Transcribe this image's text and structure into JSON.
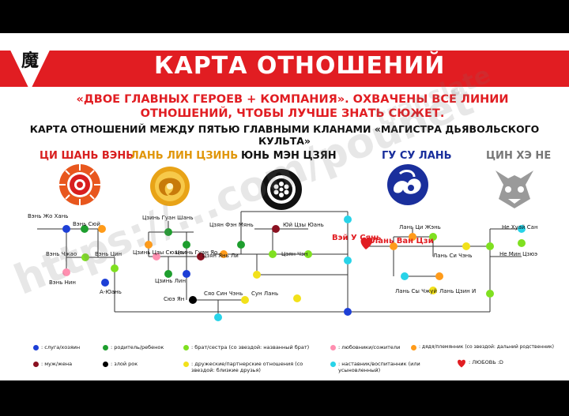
{
  "header": {
    "title": "КАРТА ОТНОШЕНИЙ",
    "subtitle": "«ДВОЕ ГЛАВНЫХ ГЕРОЕВ + КОМПАНИЯ». ОХВАЧЕНЫ ВСЕ ЛИНИИ ОТНОШЕНИЙ, ЧТОБЫ ЛУЧШЕ ЗНАТЬ СЮЖЕТ.",
    "subtitle_line2": "КАРТА ОТНОШЕНИЙ МЕЖДУ ПЯТЬЮ ГЛАВНЫМИ КЛАНАМИ «МАГИСТРА ДЬЯВОЛЬСКОГО КУЛЬТА»",
    "logo_glyph": "魔"
  },
  "watermarks": {
    "main": "https://...com/pounet",
    "corner": "translate"
  },
  "colors": {
    "banner": "#e11d22",
    "servant": "#1d3fd6",
    "parent": "#1e9e2e",
    "sibling": "#7fe020",
    "lover": "#ff8fb0",
    "uncle": "#ff9b1a",
    "spouse": "#8a1020",
    "enemy": "#000000",
    "friend": "#f2e11a",
    "mentor": "#28d3e8",
    "love": "#e11d22"
  },
  "clans": [
    {
      "name": "ЦИ ШАНЬ ВЭНЬ",
      "color": "#d81e1e",
      "emblem": "sun-emblem-icon"
    },
    {
      "name": "ЛАНЬ ЛИН ЦЗИНЬ",
      "color": "#e0960a",
      "emblem": "peony-emblem-icon"
    },
    {
      "name": "ЮНЬ МЭН ЦЗЯН",
      "color": "#111111",
      "emblem": "lotus-emblem-icon"
    },
    {
      "name": "ГУ СУ ЛАНЬ",
      "color": "#1a2f9c",
      "emblem": "cloud-emblem-icon"
    },
    {
      "name": "ЦИН ХЭ НЕ",
      "color": "#777777",
      "emblem": "beast-emblem-icon"
    }
  ],
  "people": {
    "wen_ruohan": "Вэнь Жо Хань",
    "wen_xu": "Вэнь Сюй",
    "wen_chao": "Вэнь Чжао",
    "wen_qing": "Вэнь Цин",
    "wen_ning": "Вэнь Нин",
    "a_yuan": "А-Юань",
    "jin_guangshan": "Цзинь Гуан Шань",
    "jin_zixuan": "Цзинь Цзы Сюань",
    "jin_guangyao": "Цзинь Гуан Яо",
    "jin_ling": "Цзинь Лин",
    "jiang_fengmian": "Цзян Фэн Мянь",
    "yu_ziyuan": "Юй Цзы Юань",
    "jiang_cheng": "Цзян Чэн",
    "jiang_yanli": "Цзян Янь Ли",
    "wei_wuxian": "Вэй У Сянь",
    "lan_wangji": "Лань Ван Цзи",
    "lan_xichen": "Лань Си Чэнь",
    "lan_qiren": "Лань Ци Жэнь",
    "lan_sizhui": "Лань Сы Чжуй",
    "lan_jingyi": "Лань Цзин И",
    "nie_mingjue": "Не Мин Цзюэ",
    "nie_huaisang": "Не Хуай Сан",
    "xiao_xingchen": "Сяо Син Чэнь",
    "song_lan": "Сун Лань",
    "xue_yang": "Сюэ Ян"
  },
  "legend": [
    {
      "color": "#1d3fd6",
      "text": ": слуга/хозяин"
    },
    {
      "color": "#1e9e2e",
      "text": ": родитель/ребенок"
    },
    {
      "color": "#7fe020",
      "text": ": брат/сестра (со звездой: названный брат)"
    },
    {
      "color": "#ff8fb0",
      "text": ": любовники/сожители"
    },
    {
      "color": "#ff9b1a",
      "text": ": дядя/племянник (со звездой: дальний родственник)"
    },
    {
      "color": "#8a1020",
      "text": ": муж/жена"
    },
    {
      "color": "#000000",
      "text": ": злой рок"
    },
    {
      "color": "#f2e11a",
      "text": ": дружеские/партнерские отношения (со звездой: близкие друзья)"
    },
    {
      "color": "#28d3e8",
      "text": ": наставник/воспитанник (или усыновленный)"
    },
    {
      "color": "#e11d22",
      "text": ": ЛЮБОВЬ :D",
      "heart": true
    }
  ]
}
